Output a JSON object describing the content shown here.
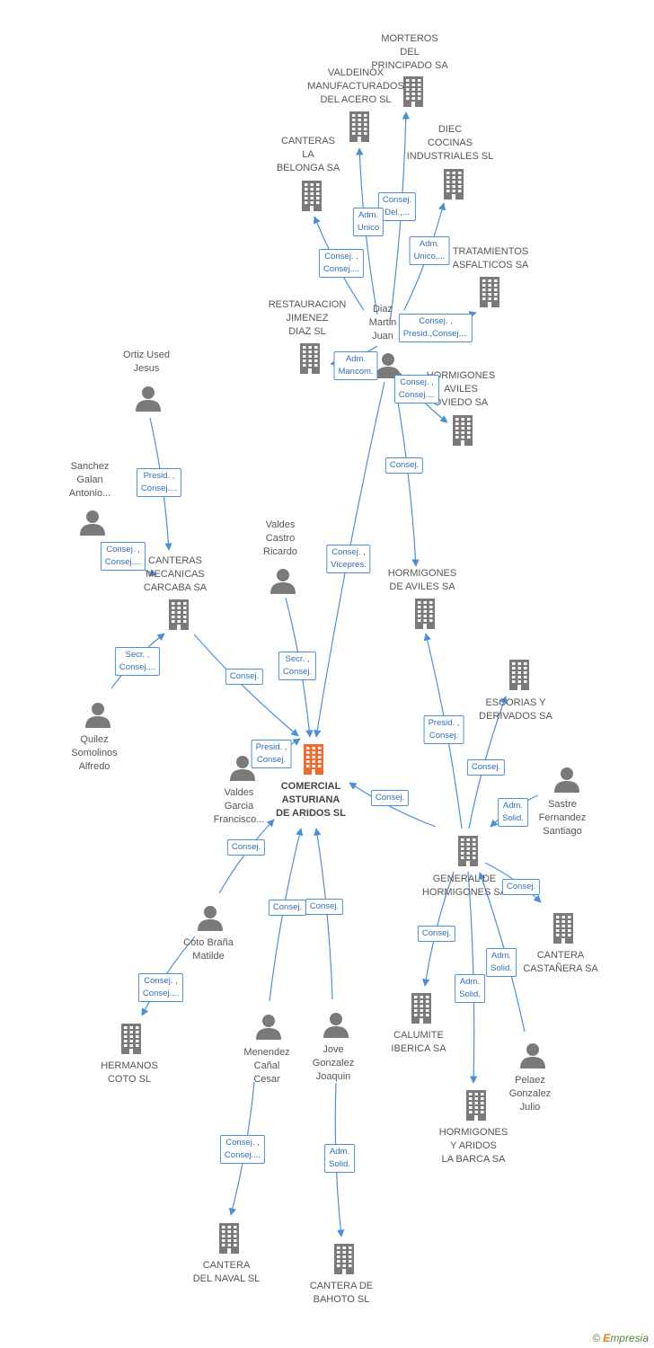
{
  "colors": {
    "edge": "#4a90d9",
    "icon": "#7a7a7a",
    "center_icon": "#f26a2d",
    "label_border": "#4a90d9",
    "label_text": "#2f6fb8",
    "node_text": "#555555"
  },
  "nodes": {
    "comercial": {
      "name": "COMERCIAL\nASTURIANA\nDE ARIDOS SL",
      "kind": "company-center"
    },
    "morteros": {
      "name": "MORTEROS\nDEL\nPRINCIPADO SA",
      "kind": "company"
    },
    "valdeinox": {
      "name": "VALDEINOX\nMANUFACTURADOS\nDEL ACERO SL",
      "kind": "company"
    },
    "diec": {
      "name": "DIEC\nCOCINAS\nINDUSTRIALES SL",
      "kind": "company"
    },
    "canteras_la_belonga": {
      "name": "CANTERAS\nLA\nBELONGA SA",
      "kind": "company"
    },
    "tratamientos": {
      "name": "TRATAMIENTOS\nASFALTICOS SA",
      "kind": "company"
    },
    "restauracion": {
      "name": "RESTAURACION\nJIMENEZ\nDIAZ SL",
      "kind": "company"
    },
    "diaz_martin": {
      "name": "Diaz\nMartin\nJuan",
      "kind": "person"
    },
    "hormigones_aviles_oviedo": {
      "name": "HORMIGONES\nAVILES\nOVIEDO SA",
      "kind": "company"
    },
    "ortiz": {
      "name": "Ortiz Used\nJesus",
      "kind": "person"
    },
    "sanchez": {
      "name": "Sanchez\nGalan\nAntonio...",
      "kind": "person"
    },
    "canteras_mecanicas": {
      "name": "CANTERAS\nMECANICAS\nCARCABA SA",
      "kind": "company"
    },
    "valdes_castro": {
      "name": "Valdes\nCastro\nRicardo",
      "kind": "person"
    },
    "hormigones_aviles": {
      "name": "HORMIGONES\nDE AVILES SA",
      "kind": "company"
    },
    "escorias": {
      "name": "ESCORIAS Y\nDERIVADOS SA",
      "kind": "company"
    },
    "quilez": {
      "name": "Quilez\nSomolinos\nAlfredo",
      "kind": "person"
    },
    "sastre": {
      "name": "Sastre\nFernandez\nSantiago",
      "kind": "person"
    },
    "valdes_garcia": {
      "name": "Valdes\nGarcia\nFrancisco...",
      "kind": "person"
    },
    "general_hormigones": {
      "name": "GENERAL DE\nHORMIGONES SA",
      "kind": "company"
    },
    "coto": {
      "name": "Coto Braña\nMatilde",
      "kind": "person"
    },
    "cantera_castanera": {
      "name": "CANTERA\nCASTAÑERA SA",
      "kind": "company"
    },
    "hermanos_coto": {
      "name": "HERMANOS\nCOTO SL",
      "kind": "company"
    },
    "calumite": {
      "name": "CALUMITE\nIBERICA SA",
      "kind": "company"
    },
    "menendez": {
      "name": "Menendez\nCañal\nCesar",
      "kind": "person"
    },
    "jove": {
      "name": "Jove\nGonzalez\nJoaquin",
      "kind": "person"
    },
    "pelaez": {
      "name": "Pelaez\nGonzalez\nJulio",
      "kind": "person"
    },
    "hormigones_barca": {
      "name": "HORMIGONES\nY ARIDOS\nLA BARCA SA",
      "kind": "company"
    },
    "cantera_naval": {
      "name": "CANTERA\nDEL NAVAL SL",
      "kind": "company"
    },
    "cantera_bahoto": {
      "name": "CANTERA DE\nBAHOTO SL",
      "kind": "company"
    }
  },
  "edges": [
    {
      "from": "diaz_martin",
      "to": "morteros",
      "label": "Consej.\nDel.,..."
    },
    {
      "from": "diaz_martin",
      "to": "valdeinox",
      "label": "Adm.\nUnico"
    },
    {
      "from": "diaz_martin",
      "to": "diec",
      "label": "Adm.\nUnico,..."
    },
    {
      "from": "diaz_martin",
      "to": "canteras_la_belonga",
      "label": "Consej. ,\nConsej...."
    },
    {
      "from": "diaz_martin",
      "to": "tratamientos",
      "label": "Consej. ,\nPresid.,Consej...."
    },
    {
      "from": "diaz_martin",
      "to": "restauracion",
      "label": "Adm.\nMancom."
    },
    {
      "from": "diaz_martin",
      "to": "hormigones_aviles_oviedo",
      "label": "Consej. ,\nConsej...."
    },
    {
      "from": "diaz_martin",
      "to": "hormigones_aviles",
      "label": "Consej."
    },
    {
      "from": "diaz_martin",
      "to": "comercial",
      "label": "Consej. ,\nVicepres."
    },
    {
      "from": "ortiz",
      "to": "canteras_mecanicas",
      "label": "Presid. ,\nConsej...."
    },
    {
      "from": "sanchez",
      "to": "canteras_mecanicas",
      "label": "Consej. ,\nConsej...."
    },
    {
      "from": "quilez",
      "to": "canteras_mecanicas",
      "label": "Secr. ,\nConsej...."
    },
    {
      "from": "canteras_mecanicas",
      "to": "comercial",
      "label": "Consej."
    },
    {
      "from": "valdes_castro",
      "to": "comercial",
      "label": "Secr. ,\nConsej."
    },
    {
      "from": "valdes_garcia",
      "to": "comercial",
      "label": "Presid. ,\nConsej."
    },
    {
      "from": "general_hormigones",
      "to": "comercial",
      "label": "Consej."
    },
    {
      "from": "general_hormigones",
      "to": "hormigones_aviles",
      "label": "Presid. ,\nConsej."
    },
    {
      "from": "general_hormigones",
      "to": "escorias",
      "label": "Consej."
    },
    {
      "from": "sastre",
      "to": "general_hormigones",
      "label": "Adm.\nSolid."
    },
    {
      "from": "general_hormigones",
      "to": "cantera_castanera",
      "label": "Consej."
    },
    {
      "from": "general_hormigones",
      "to": "calumite",
      "label": "Consej."
    },
    {
      "from": "general_hormigones",
      "to": "hormigones_barca",
      "label": "Adm.\nSolid."
    },
    {
      "from": "pelaez",
      "to": "general_hormigones",
      "label": "Adm.\nSolid."
    },
    {
      "from": "coto",
      "to": "valdes_garcia",
      "label": "Consej."
    },
    {
      "from": "coto",
      "to": "hermanos_coto",
      "label": "Consej. ,\nConsej...."
    },
    {
      "from": "menendez",
      "to": "comercial",
      "label": "Consej."
    },
    {
      "from": "jove",
      "to": "comercial",
      "label": "Consej."
    },
    {
      "from": "menendez",
      "to": "cantera_naval",
      "label": "Consej. ,\nConsej...."
    },
    {
      "from": "jove",
      "to": "cantera_bahoto",
      "label": "Adm.\nSolid."
    }
  ],
  "brand": {
    "copyright": "©",
    "name_first": "E",
    "name_rest": "mpresia"
  }
}
